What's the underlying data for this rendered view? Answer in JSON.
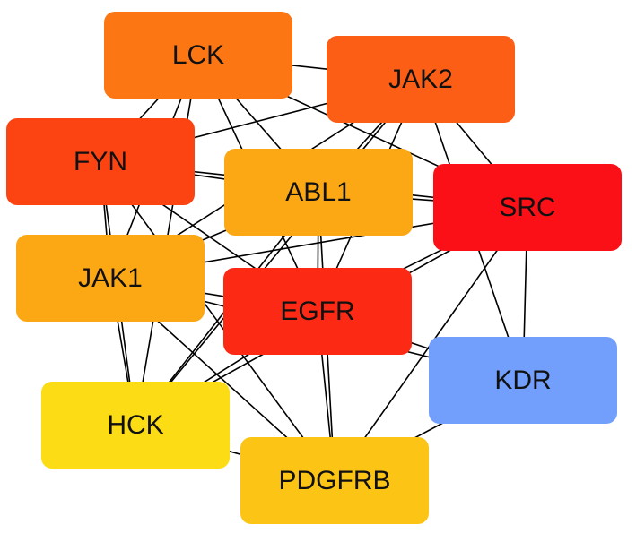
{
  "network": {
    "nodes": [
      {
        "id": "LCK",
        "label": "LCK",
        "color": "#FC7714"
      },
      {
        "id": "JAK2",
        "label": "JAK2",
        "color": "#FC5E15"
      },
      {
        "id": "FYN",
        "label": "FYN",
        "color": "#FC4413"
      },
      {
        "id": "ABL1",
        "label": "ABL1",
        "color": "#FCA814"
      },
      {
        "id": "SRC",
        "label": "SRC",
        "color": "#FC1017"
      },
      {
        "id": "JAK1",
        "label": "JAK1",
        "color": "#FCA814"
      },
      {
        "id": "EGFR",
        "label": "EGFR",
        "color": "#FC2915"
      },
      {
        "id": "KDR",
        "label": "KDR",
        "color": "#729FFC"
      },
      {
        "id": "HCK",
        "label": "HCK",
        "color": "#FCDC14"
      },
      {
        "id": "PDGFRB",
        "label": "PDGFRB",
        "color": "#FCC414"
      }
    ],
    "edges": [
      [
        "LCK",
        "JAK2"
      ],
      [
        "LCK",
        "FYN"
      ],
      [
        "LCK",
        "ABL1"
      ],
      [
        "LCK",
        "SRC"
      ],
      [
        "LCK",
        "JAK1"
      ],
      [
        "LCK",
        "EGFR"
      ],
      [
        "LCK",
        "HCK"
      ],
      [
        "JAK2",
        "FYN"
      ],
      [
        "JAK2",
        "ABL1"
      ],
      [
        "JAK2",
        "SRC"
      ],
      [
        "JAK2",
        "JAK1"
      ],
      [
        "JAK2",
        "EGFR"
      ],
      [
        "JAK2",
        "HCK"
      ],
      [
        "JAK2",
        "KDR"
      ],
      [
        "FYN",
        "ABL1"
      ],
      [
        "FYN",
        "SRC"
      ],
      [
        "FYN",
        "JAK1"
      ],
      [
        "FYN",
        "EGFR"
      ],
      [
        "FYN",
        "HCK"
      ],
      [
        "FYN",
        "PDGFRB"
      ],
      [
        "ABL1",
        "SRC"
      ],
      [
        "ABL1",
        "JAK1"
      ],
      [
        "ABL1",
        "EGFR"
      ],
      [
        "ABL1",
        "HCK"
      ],
      [
        "ABL1",
        "PDGFRB"
      ],
      [
        "SRC",
        "EGFR"
      ],
      [
        "SRC",
        "JAK1"
      ],
      [
        "SRC",
        "HCK"
      ],
      [
        "SRC",
        "KDR"
      ],
      [
        "SRC",
        "PDGFRB"
      ],
      [
        "JAK1",
        "EGFR"
      ],
      [
        "JAK1",
        "HCK"
      ],
      [
        "JAK1",
        "KDR"
      ],
      [
        "JAK1",
        "PDGFRB"
      ],
      [
        "EGFR",
        "HCK"
      ],
      [
        "EGFR",
        "KDR"
      ],
      [
        "EGFR",
        "PDGFRB"
      ],
      [
        "KDR",
        "PDGFRB"
      ],
      [
        "HCK",
        "PDGFRB"
      ]
    ]
  }
}
